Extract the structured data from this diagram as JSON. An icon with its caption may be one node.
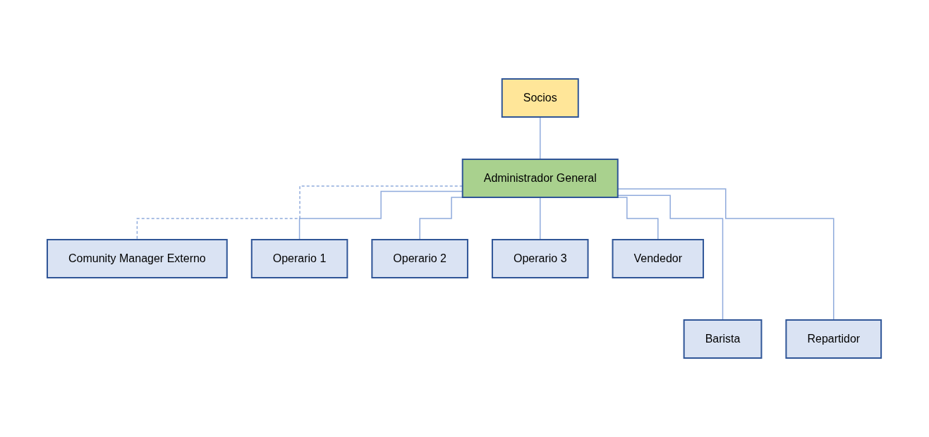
{
  "diagram": {
    "nodes": [
      {
        "text": [
          "Socios"
        ]
      },
      {
        "text": [
          "Administrador General"
        ]
      },
      {
        "text": [
          "Comunity Manager Externo"
        ]
      },
      {
        "text": [
          "Operario 1"
        ]
      },
      {
        "text": [
          "Operario 2"
        ]
      },
      {
        "text": [
          "Operario 3"
        ]
      },
      {
        "text": [
          "Vendedor"
        ]
      },
      {
        "text": [
          "Barista"
        ]
      },
      {
        "text": [
          "Repartidor"
        ]
      }
    ],
    "edges": [
      {
        "from": 0,
        "to": 1,
        "arrow": "none"
      },
      {
        "from": 1,
        "to": 2,
        "arrow": "none",
        "style": "dashed"
      },
      {
        "from": 1,
        "to": 3,
        "arrow": "none"
      },
      {
        "from": 1,
        "to": 7,
        "arrow": "none"
      },
      {
        "from": 1,
        "to": 4,
        "arrow": "none"
      },
      {
        "from": 1,
        "to": 8,
        "arrow": "none"
      },
      {
        "from": 1,
        "to": 5,
        "arrow": "none"
      },
      {
        "from": 1,
        "to": 6,
        "arrow": "none"
      }
    ]
  }
}
